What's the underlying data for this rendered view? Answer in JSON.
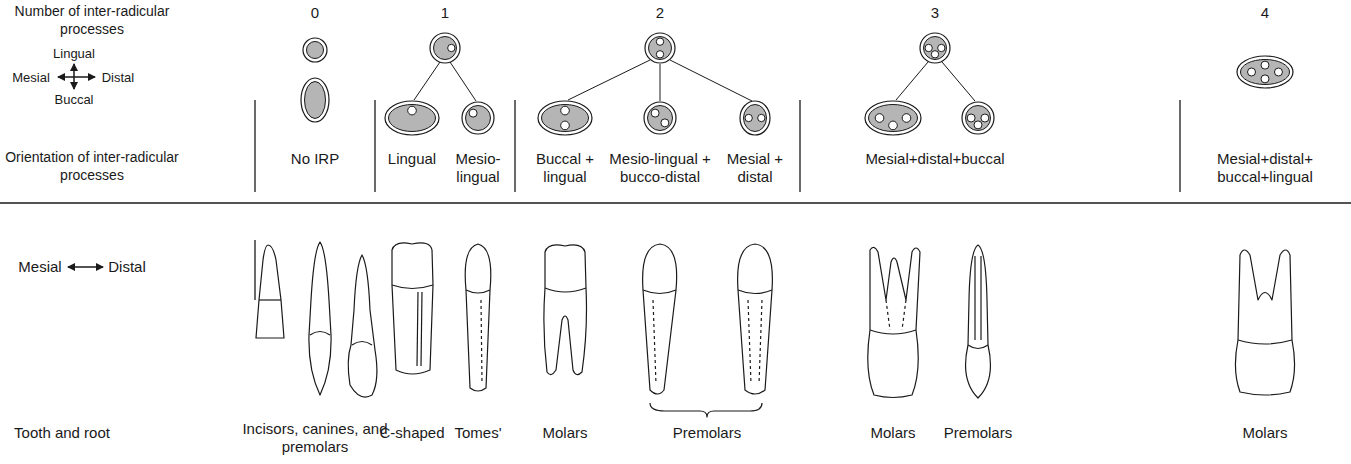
{
  "diagram": {
    "labels": [
      "Number of inter-radicular processes",
      "0",
      "1",
      "2",
      "3",
      "4",
      "Lingual",
      "Mesial",
      "Distal",
      "Buccal",
      "Orientation of inter-radicular processes",
      "No IRP",
      "Lingual",
      "Mesio-lingual",
      "Buccal + lingual",
      "Mesio-lingual + bucco-distal",
      "Mesial + distal",
      "Mesial+distal+buccal",
      "Mesial+distal+ buccal+lingual",
      "Mesial",
      "Distal",
      "Tooth and root",
      "Incisors, canines, and premolars",
      "C-shaped",
      "Tomes'",
      "Molars",
      "Premolars",
      "Molars",
      "Premolars",
      "Molars"
    ]
  }
}
